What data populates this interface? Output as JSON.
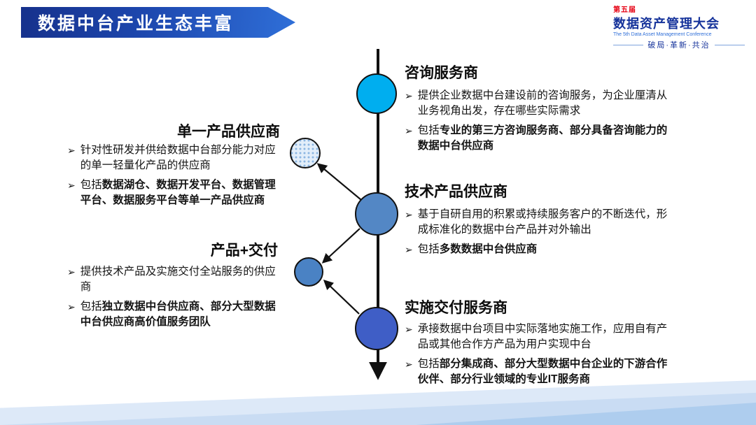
{
  "slide": {
    "title": "数据中台产业生态丰富",
    "bullet_glyph": "➢"
  },
  "logo": {
    "edition": "第五届",
    "name": "数据资产管理大会",
    "subtitle": "The 5th Data Asset Management Conference",
    "slogan": "破局·革新·共治"
  },
  "right_sections": [
    {
      "id": "consulting",
      "heading": "咨询服务商",
      "bullets": [
        {
          "segments": [
            {
              "text": "提供企业数据中台建设前的咨询服务，为企业厘清从业务视角出发，存在哪些实际需求",
              "bold": false
            }
          ]
        },
        {
          "segments": [
            {
              "text": "包括",
              "bold": false
            },
            {
              "text": "专业的第三方咨询服务商、部分具备咨询能力的数据中台供应商",
              "bold": true
            }
          ]
        }
      ]
    },
    {
      "id": "tech-product",
      "heading": "技术产品供应商",
      "bullets": [
        {
          "segments": [
            {
              "text": "基于自研自用的积累或持续服务客户的不断迭代，形成标准化的数据中台产品并对外输出",
              "bold": false
            }
          ]
        },
        {
          "segments": [
            {
              "text": "包括",
              "bold": false
            },
            {
              "text": "多数数据中台供应商",
              "bold": true
            }
          ]
        }
      ]
    },
    {
      "id": "delivery",
      "heading": "实施交付服务商",
      "bullets": [
        {
          "segments": [
            {
              "text": "承接数据中台项目中实际落地实施工作，应用自有产品或其他合作方产品为用户实现中台",
              "bold": false
            }
          ]
        },
        {
          "segments": [
            {
              "text": "包括",
              "bold": false
            },
            {
              "text": "部分集成商、部分大型数据中台企业的下游合作伙伴、部分行业领域的专业IT服务商",
              "bold": true
            }
          ]
        }
      ]
    }
  ],
  "left_sections": [
    {
      "id": "single-product",
      "heading": "单一产品供应商",
      "bullets": [
        {
          "segments": [
            {
              "text": "针对性研发并供给数据中台部分能力对应的单一轻量化产品的供应商",
              "bold": false
            }
          ]
        },
        {
          "segments": [
            {
              "text": "包括",
              "bold": false
            },
            {
              "text": "数据湖仓、数据开发平台、数据管理平台、数据服务平台等单一产品供应商",
              "bold": true
            }
          ]
        }
      ]
    },
    {
      "id": "product-delivery",
      "heading": "产品+交付",
      "bullets": [
        {
          "segments": [
            {
              "text": "提供技术产品及实施交付全站服务的供应商",
              "bold": false
            }
          ]
        },
        {
          "segments": [
            {
              "text": "包括",
              "bold": false
            },
            {
              "text": "独立数据中台供应商、部分大型数据中台供应商高价值服务团队",
              "bold": true
            }
          ]
        }
      ]
    }
  ],
  "colors": {
    "banner_gradient_start": "#16318c",
    "banner_gradient_end": "#2f6fd8",
    "consulting_node": "#00aeef",
    "tech_product_node": "#5387c5",
    "delivery_node": "#3f5ec6",
    "product_delivery_node": "#4a82c4",
    "axis_line": "#111111",
    "logo_blue": "#16339b",
    "logo_red": "#e60012"
  }
}
